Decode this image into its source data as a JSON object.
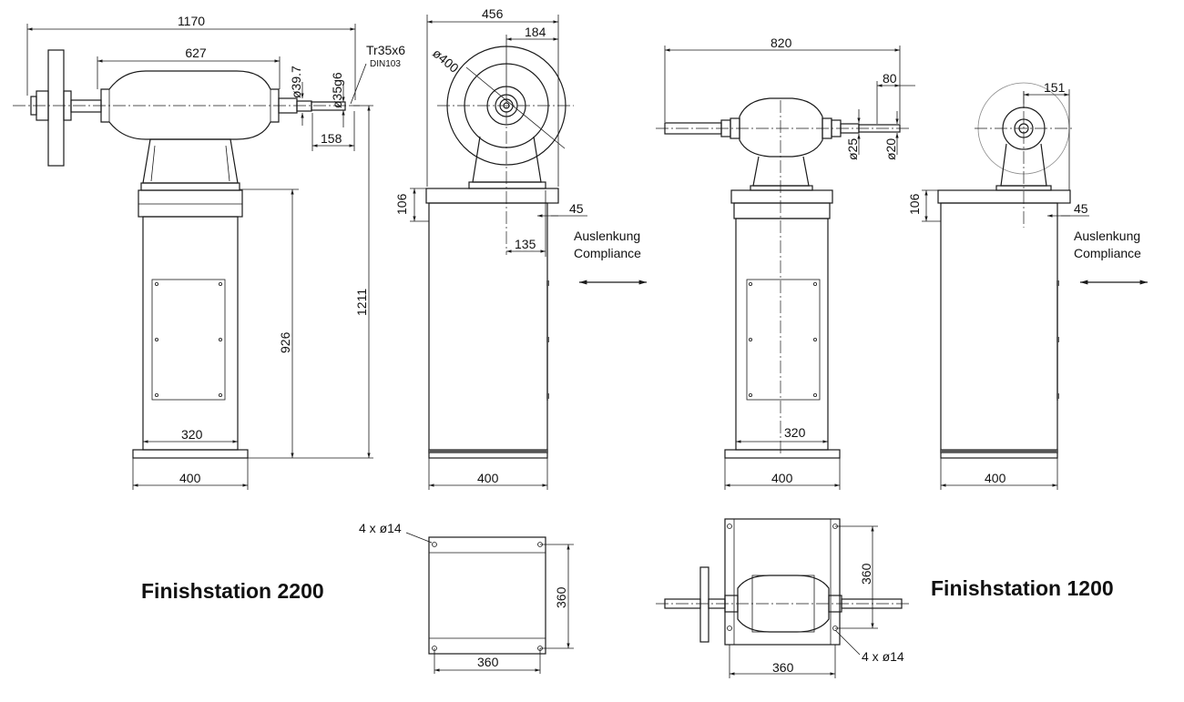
{
  "labels": {
    "title_2200": "Finishstation 2200",
    "title_1200": "Finishstation 1200",
    "compliance_de": "Auslenkung",
    "compliance_en": "Compliance",
    "thread": "Tr35x6",
    "thread_std": "DIN103",
    "holes": "4 x ø14"
  },
  "fs2200_front": {
    "overall_width": "1170",
    "motor_width": "627",
    "shaft_dia": "ø39.7",
    "shaft_fit": "ø35g6",
    "shaft_end": "158",
    "base_height": "926",
    "total_height": "1211",
    "column_width": "320",
    "foot_width": "400"
  },
  "fs2200_side": {
    "width": "456",
    "offset": "184",
    "wheel_dia": "ø400",
    "plate_height": "106",
    "deflection": "45",
    "offset_center": "135",
    "foot_width": "400"
  },
  "fs2200_plan": {
    "depth": "360",
    "width": "360"
  },
  "fs1200_front": {
    "overall_width": "820",
    "shaft_end": "80",
    "shaft_dia": "ø25",
    "shaft_tip": "ø20",
    "column_width": "320",
    "foot_width": "400"
  },
  "fs1200_side": {
    "offset": "151",
    "plate_height": "106",
    "deflection": "45",
    "foot_width": "400"
  },
  "fs1200_plan": {
    "depth": "360",
    "width": "360"
  }
}
